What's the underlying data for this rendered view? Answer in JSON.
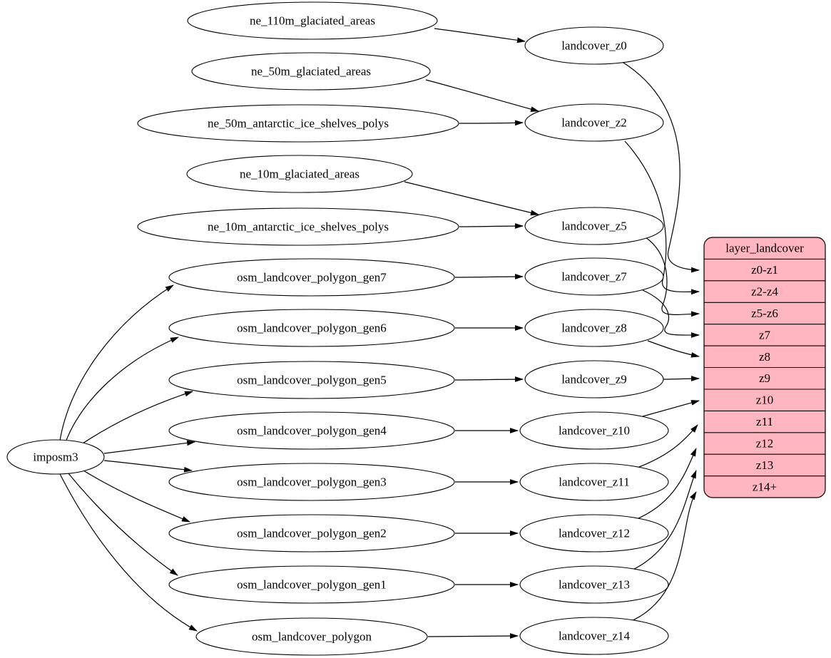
{
  "graph": {
    "nodes": {
      "imposm3": "imposm3",
      "ne_110m_glaciated_areas": "ne_110m_glaciated_areas",
      "ne_50m_glaciated_areas": "ne_50m_glaciated_areas",
      "ne_50m_antarctic_ice_shelves_polys": "ne_50m_antarctic_ice_shelves_polys",
      "ne_10m_glaciated_areas": "ne_10m_glaciated_areas",
      "ne_10m_antarctic_ice_shelves_polys": "ne_10m_antarctic_ice_shelves_polys",
      "osm_landcover_polygon_gen7": "osm_landcover_polygon_gen7",
      "osm_landcover_polygon_gen6": "osm_landcover_polygon_gen6",
      "osm_landcover_polygon_gen5": "osm_landcover_polygon_gen5",
      "osm_landcover_polygon_gen4": "osm_landcover_polygon_gen4",
      "osm_landcover_polygon_gen3": "osm_landcover_polygon_gen3",
      "osm_landcover_polygon_gen2": "osm_landcover_polygon_gen2",
      "osm_landcover_polygon_gen1": "osm_landcover_polygon_gen1",
      "osm_landcover_polygon": "osm_landcover_polygon",
      "landcover_z0": "landcover_z0",
      "landcover_z2": "landcover_z2",
      "landcover_z5": "landcover_z5",
      "landcover_z7": "landcover_z7",
      "landcover_z8": "landcover_z8",
      "landcover_z9": "landcover_z9",
      "landcover_z10": "landcover_z10",
      "landcover_z11": "landcover_z11",
      "landcover_z12": "landcover_z12",
      "landcover_z13": "landcover_z13",
      "landcover_z14": "landcover_z14"
    },
    "table": {
      "title": "layer_landcover",
      "rows": [
        "z0-z1",
        "z2-z4",
        "z5-z6",
        "z7",
        "z8",
        "z9",
        "z10",
        "z11",
        "z12",
        "z13",
        "z14+"
      ]
    },
    "edges": [
      [
        "imposm3",
        "osm_landcover_polygon_gen7"
      ],
      [
        "imposm3",
        "osm_landcover_polygon_gen6"
      ],
      [
        "imposm3",
        "osm_landcover_polygon_gen5"
      ],
      [
        "imposm3",
        "osm_landcover_polygon_gen4"
      ],
      [
        "imposm3",
        "osm_landcover_polygon_gen3"
      ],
      [
        "imposm3",
        "osm_landcover_polygon_gen2"
      ],
      [
        "imposm3",
        "osm_landcover_polygon_gen1"
      ],
      [
        "imposm3",
        "osm_landcover_polygon"
      ],
      [
        "ne_110m_glaciated_areas",
        "landcover_z0"
      ],
      [
        "ne_50m_glaciated_areas",
        "landcover_z2"
      ],
      [
        "ne_50m_antarctic_ice_shelves_polys",
        "landcover_z2"
      ],
      [
        "ne_10m_glaciated_areas",
        "landcover_z5"
      ],
      [
        "ne_10m_antarctic_ice_shelves_polys",
        "landcover_z5"
      ],
      [
        "osm_landcover_polygon_gen7",
        "landcover_z7"
      ],
      [
        "osm_landcover_polygon_gen6",
        "landcover_z8"
      ],
      [
        "osm_landcover_polygon_gen5",
        "landcover_z9"
      ],
      [
        "osm_landcover_polygon_gen4",
        "landcover_z10"
      ],
      [
        "osm_landcover_polygon_gen3",
        "landcover_z11"
      ],
      [
        "osm_landcover_polygon_gen2",
        "landcover_z12"
      ],
      [
        "osm_landcover_polygon_gen1",
        "landcover_z13"
      ],
      [
        "osm_landcover_polygon",
        "landcover_z14"
      ],
      [
        "landcover_z0",
        "layer_landcover:z0-z1"
      ],
      [
        "landcover_z2",
        "layer_landcover:z2-z4"
      ],
      [
        "landcover_z5",
        "layer_landcover:z5-z6"
      ],
      [
        "landcover_z7",
        "layer_landcover:z7"
      ],
      [
        "landcover_z8",
        "layer_landcover:z8"
      ],
      [
        "landcover_z9",
        "layer_landcover:z9"
      ],
      [
        "landcover_z10",
        "layer_landcover:z10"
      ],
      [
        "landcover_z11",
        "layer_landcover:z11"
      ],
      [
        "landcover_z12",
        "layer_landcover:z12"
      ],
      [
        "landcover_z13",
        "layer_landcover:z13"
      ],
      [
        "landcover_z14",
        "layer_landcover:z14+"
      ]
    ],
    "colors": {
      "table_fill": "#ffb6c1",
      "node_fill": "#ffffff",
      "stroke": "#000000"
    }
  }
}
